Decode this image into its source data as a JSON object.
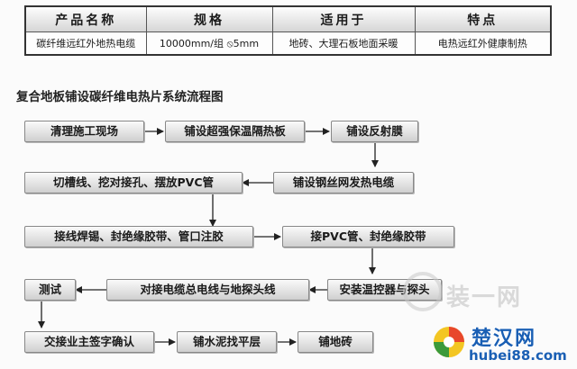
{
  "table": {
    "headers": [
      "产品名称",
      "规格",
      "适用于",
      "特点"
    ],
    "row": [
      "碳纤维远红外地热电缆",
      "10000mm/组 ⦸5mm",
      "地砖、大理石板地面采暖",
      "电热远红外健康制热"
    ]
  },
  "flow": {
    "title": "复合地板铺设碳纤维电热片系统流程图",
    "steps": [
      "清理施工现场",
      "铺设超强保温隔热板",
      "铺设反射膜",
      "铺设钢丝网发热电缆",
      "切槽线、挖对接孔、摆放PVC管",
      "接线焊锡、封绝缘胶带、管口注胶",
      "接PVC管、封绝缘胶带",
      "安装温控器与探头",
      "对接电缆总电线与地探头线",
      "测试",
      "交接业主签字确认",
      "铺水泥找平层",
      "铺地砖"
    ]
  },
  "watermark": {
    "gray_text": "装一网",
    "brand": "楚汉网",
    "domain": "hubei88.com",
    "brand_color": "#1a5fb4"
  }
}
